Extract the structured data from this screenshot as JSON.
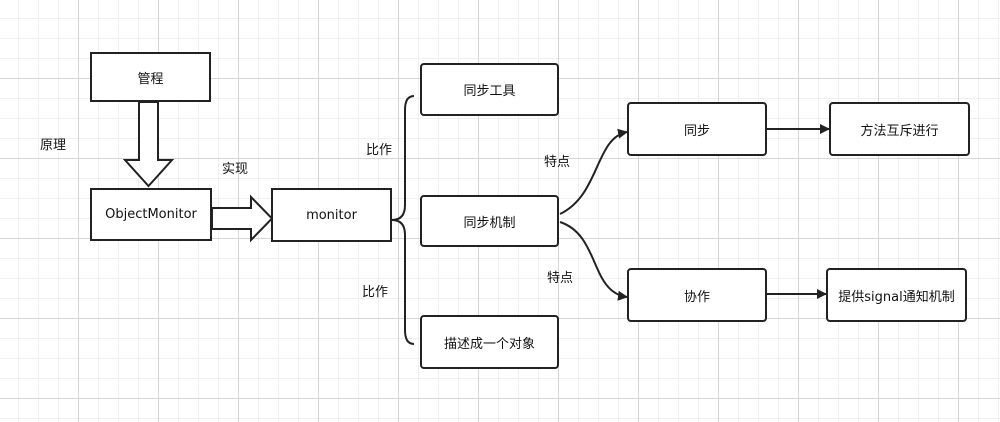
{
  "nodes": {
    "guancheng": "管程",
    "objectmonitor": "ObjectMonitor",
    "monitor": "monitor",
    "tongbu_gongju": "同步工具",
    "tongbu_jizhi": "同步机制",
    "miaoshu": "描述成一个对象",
    "tongbu": "同步",
    "xiezuo": "协作",
    "huchi": "方法互斥进行",
    "signal": "提供signal通知机制"
  },
  "labels": {
    "yuanli": "原理",
    "shixian": "实现",
    "bizuo_top": "比作",
    "bizuo_bottom": "比作",
    "tedian_top": "特点",
    "tedian_bottom": "特点"
  },
  "colors": {
    "stroke": "#222222",
    "grid_major": "#d6d6d6",
    "grid_minor": "#f0f0f0"
  }
}
